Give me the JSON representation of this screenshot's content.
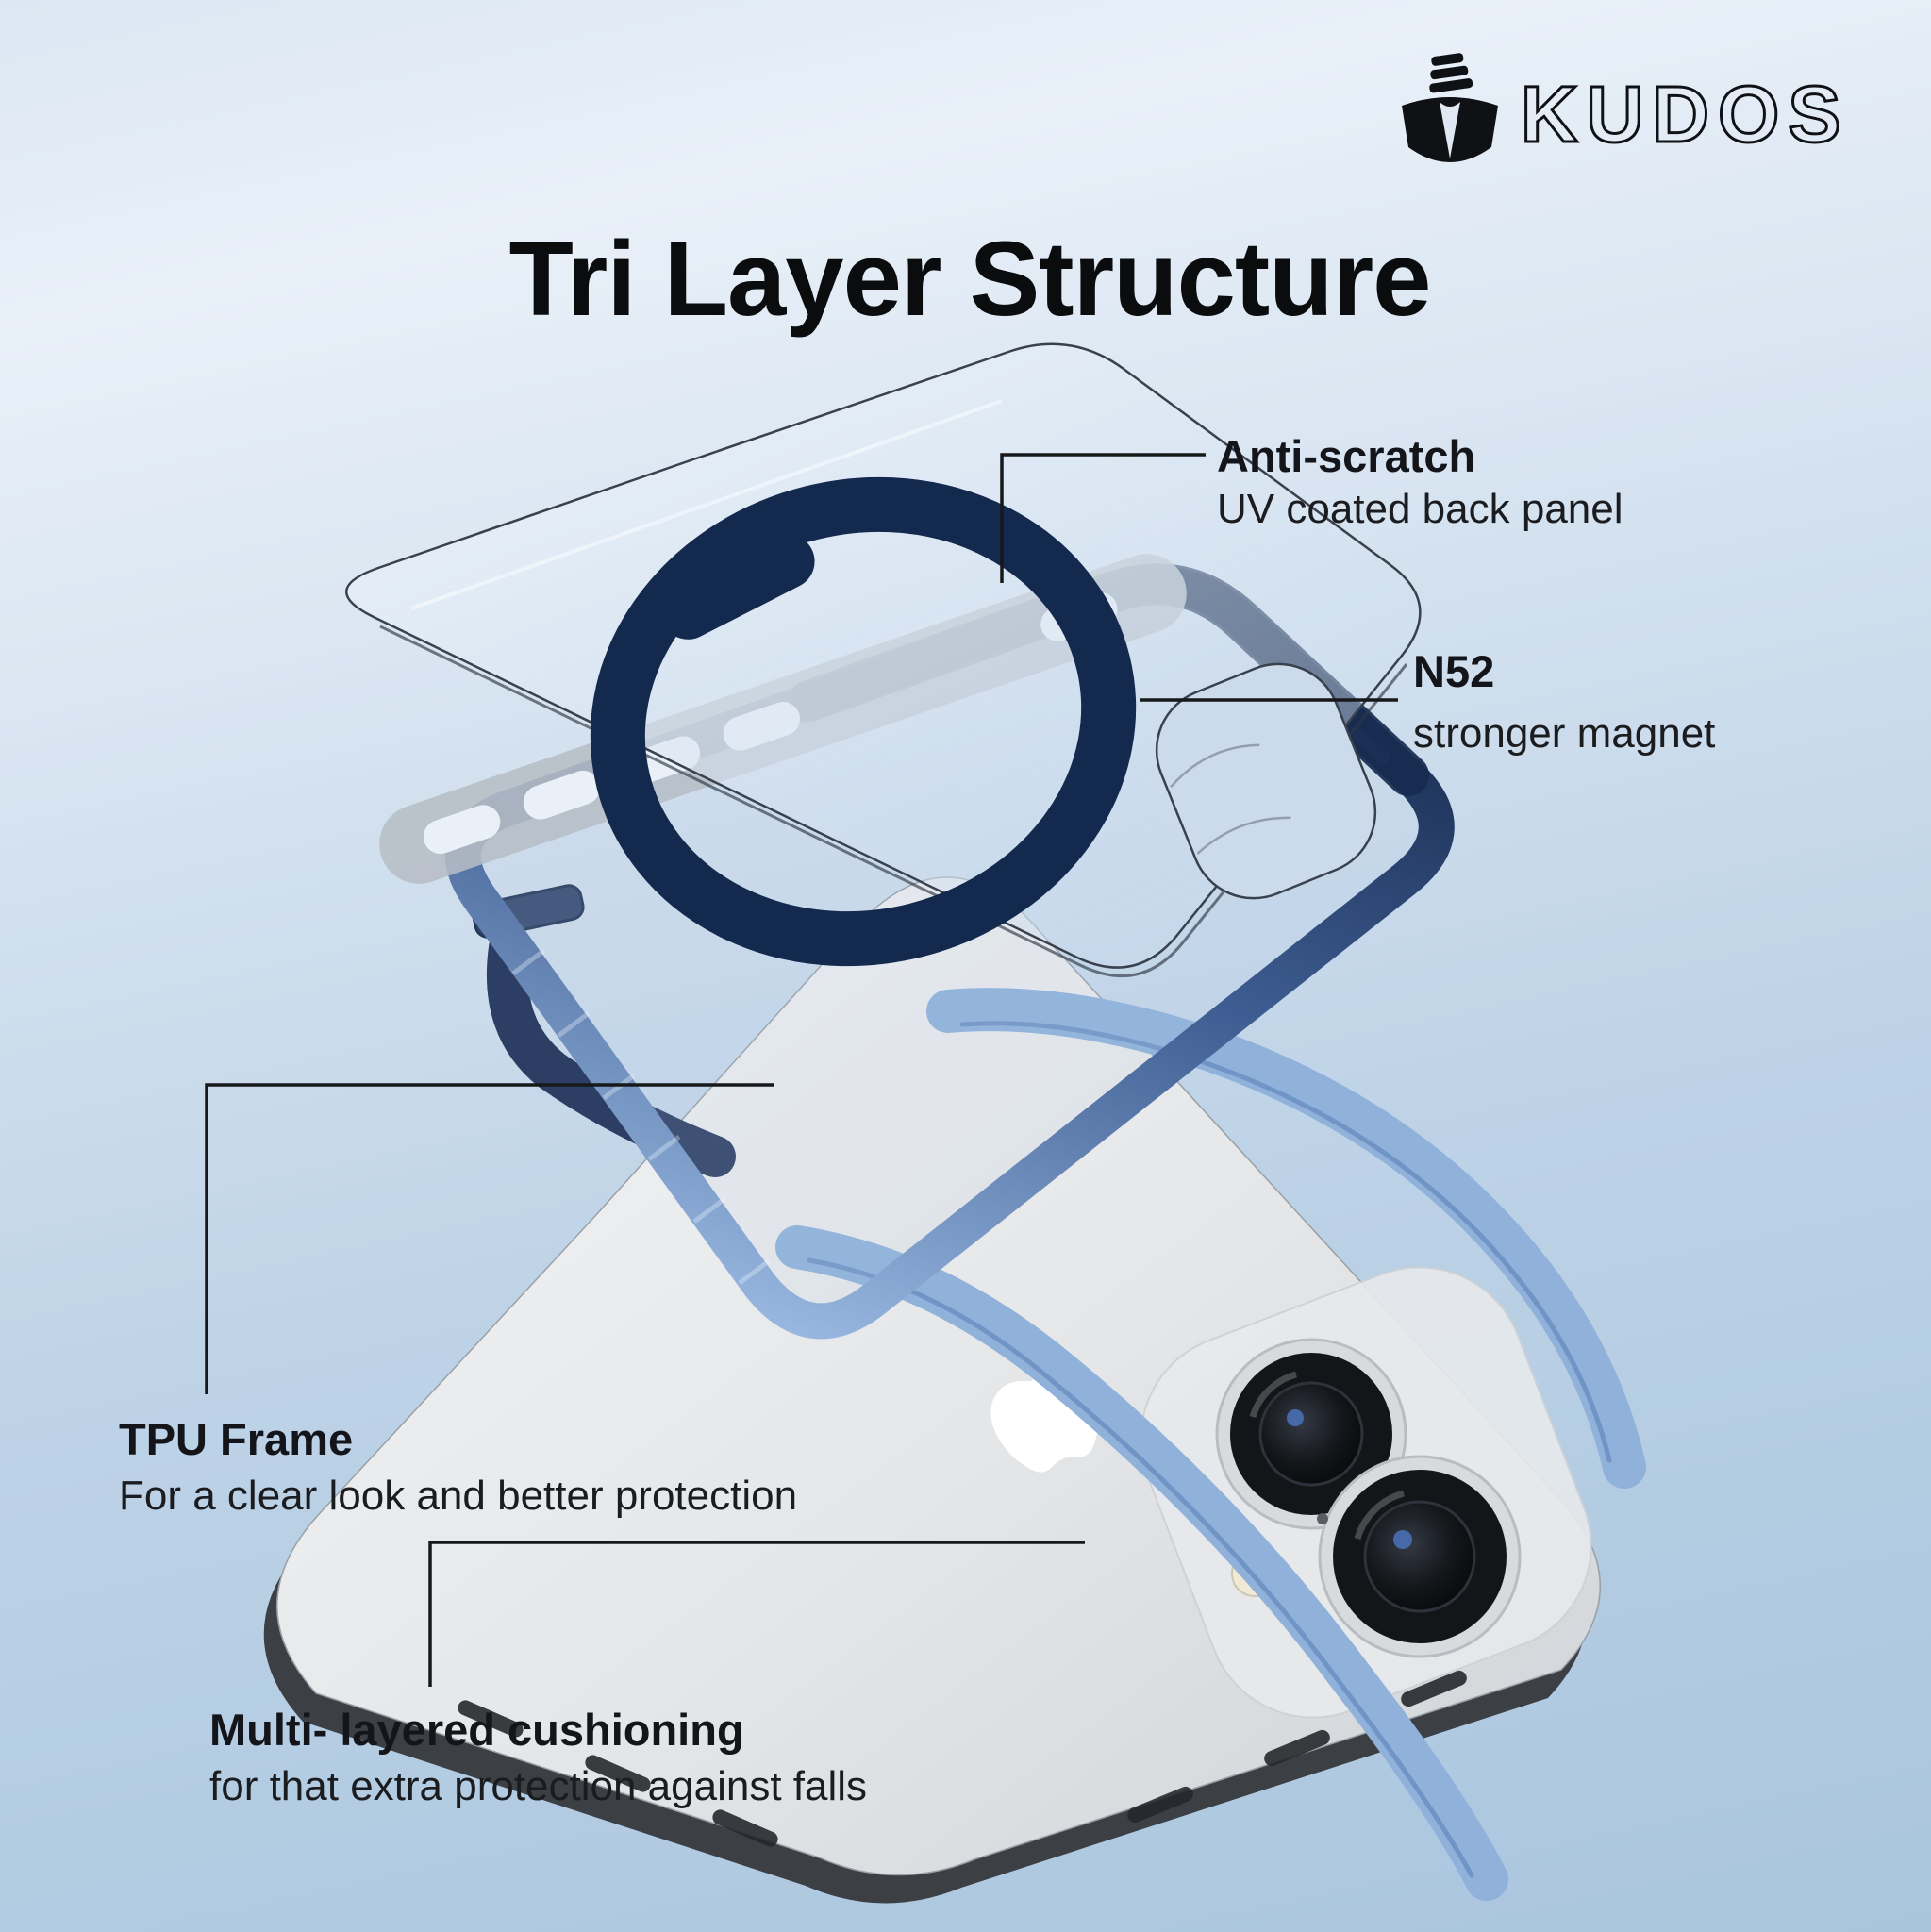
{
  "brand": {
    "name": "KUDOS",
    "icon": "dagger-shield-icon"
  },
  "title": "Tri Layer Structure",
  "annotations": {
    "anti_scratch": {
      "title": "Anti-scratch",
      "subtitle": "UV coated back panel"
    },
    "magnet": {
      "title": "N52",
      "subtitle": "stronger magnet"
    },
    "tpu": {
      "title": "TPU Frame",
      "subtitle": "For a clear look and better protection"
    },
    "cushion": {
      "title": "Multi- layered cushioning",
      "subtitle": "for that extra protection  against falls"
    }
  },
  "illustration": {
    "layers": [
      "anti-scratch back panel",
      "TPU frame",
      "multi-layered cushioning corners",
      "phone"
    ],
    "elements": [
      "magsafe-ring",
      "alignment-pill",
      "apple-logo",
      "camera-lenses",
      "flash",
      "corner-bumpers"
    ]
  },
  "colors": {
    "navy": "#14294e",
    "frame_navy": "#182b50",
    "bumper_blue": "#8fb1da",
    "bumper_shade": "#6d91c2",
    "phone_silver": "#e9ebed",
    "phone_edge": "#3c3f44",
    "line": "#17181a",
    "bg_top": "#e9f0f8",
    "bg_bottom": "#a9c5de"
  }
}
